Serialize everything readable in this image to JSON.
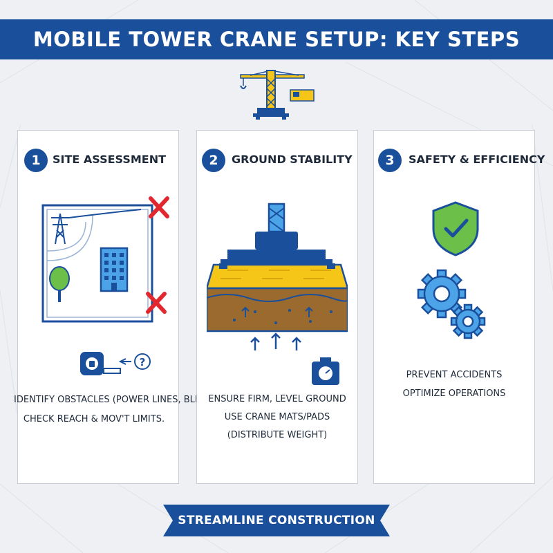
{
  "header": {
    "title": "MOBILE TOWER CRANE SETUP: KEY STEPS"
  },
  "icons": {
    "header": "tower-crane-icon",
    "step1": [
      "power-line-tower-icon",
      "tree-icon",
      "building-icon",
      "red-x-icon",
      "tape-measure-icon",
      "question-icon"
    ],
    "step2": [
      "crane-base-icon",
      "crane-mat-icon",
      "soil-layer-icon",
      "up-arrow-icon",
      "weight-scale-icon"
    ],
    "step3": [
      "shield-check-icon",
      "gears-icon"
    ]
  },
  "colors": {
    "brand_blue": "#1a4f9c",
    "accent_yellow": "#f5c518",
    "danger_red": "#e0282e",
    "safe_green": "#6cc04a",
    "soil_brown": "#9a6a2e"
  },
  "steps": [
    {
      "number": "1",
      "title": "SITE ASSESSMENT",
      "lines": [
        "IDENTIFY OBSTACLES (POWER LINES, BLDGS.)",
        "CHECK REACH & MOV'T LIMITS."
      ]
    },
    {
      "number": "2",
      "title": "GROUND STABILITY",
      "lines": [
        "ENSURE FIRM, LEVEL GROUND",
        "USE CRANE MATS/PADS",
        "(DISTRIBUTE WEIGHT)"
      ]
    },
    {
      "number": "3",
      "title": "SAFETY & EFFICIENCY",
      "lines": [
        "PREVENT ACCIDENTS",
        "OPTIMIZE OPERATIONS"
      ]
    }
  ],
  "footer": {
    "label": "STREAMLINE CONSTRUCTION"
  }
}
